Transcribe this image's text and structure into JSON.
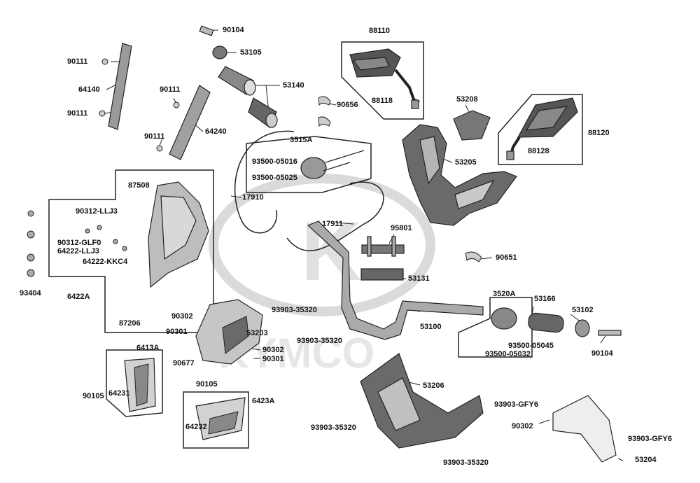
{
  "colors": {
    "line": "#222222",
    "fill_dark": "#6e6e6e",
    "fill_mid": "#b0b0b0",
    "fill_light": "#e2e2e2",
    "watermark": "#d8d8d8"
  },
  "watermark": {
    "brand": "KYMCO"
  },
  "parts": {
    "p90104_top": "90104",
    "p53105": "53105",
    "p53140": "53140",
    "p90111_a": "90111",
    "p64140": "64140",
    "p90111_b": "90111",
    "p90111_c": "90111",
    "p64240": "64240",
    "p90111_d": "90111",
    "p88110": "88110",
    "p88118": "88118",
    "p90656": "90656",
    "p53208": "53208",
    "p88120": "88120",
    "p88128": "88128",
    "p53205": "53205",
    "p3515A": "3515A",
    "p93500_05016": "93500-05016",
    "p93500_05025": "93500-05025",
    "p17910": "17910",
    "p87508": "87508",
    "p90312_LLJ3": "90312-LLJ3",
    "p90312_GLF0": "90312-GLF0",
    "p64222_LLJ3": "64222-LLJ3",
    "p64222_KKC4": "64222-KKC4",
    "p93404": "93404",
    "p6422A": "6422A",
    "p87206": "87206",
    "p17911": "17911",
    "p95801": "95801",
    "p90651": "90651",
    "p53131": "53131",
    "p90302_a": "90302",
    "p90301_a": "90301",
    "p53203": "53203",
    "p93903_35320_a": "93903-35320",
    "p93903_35320_b": "93903-35320",
    "p53100": "53100",
    "p3520A": "3520A",
    "p53166": "53166",
    "p53102": "53102",
    "p93500_05045": "93500-05045",
    "p93500_05032": "93500-05032",
    "p90104_right": "90104",
    "p90302_b": "90302",
    "p90301_b": "90301",
    "p90677": "90677",
    "p6413A": "6413A",
    "p64231": "64231",
    "p90105_a": "90105",
    "p90105_b": "90105",
    "p6423A": "6423A",
    "p64232": "64232",
    "p53206": "53206",
    "p93903_35320_c": "93903-35320",
    "p93903_35320_d": "93903-35320",
    "p93903_GFY6_a": "93903-GFY6",
    "p90302_c": "90302",
    "p93903_GFY6_b": "93903-GFY6",
    "p53204": "53204"
  }
}
